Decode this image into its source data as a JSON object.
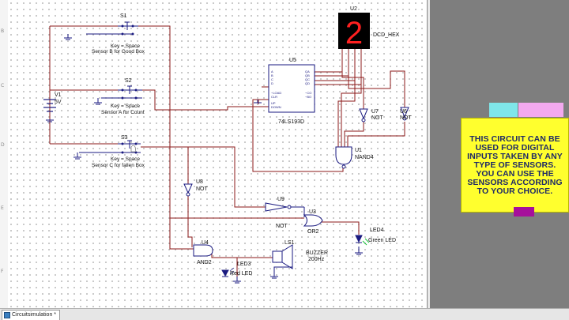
{
  "app": {
    "tab_label": "Circuitsimulation *"
  },
  "ruler": {
    "marks": [
      "B",
      "C",
      "D",
      "E",
      "F"
    ]
  },
  "components": {
    "s1": {
      "name": "S1",
      "key": "Key = Space",
      "desc": "Sensor B for Good Box"
    },
    "s2": {
      "name": "S2",
      "key": "Key = Space",
      "desc": "Sensor A for Count"
    },
    "s3": {
      "name": "S3",
      "key": "Key = Space",
      "desc": "Sensor C for fallen Box"
    },
    "v1": {
      "name": "V1",
      "value": "5V"
    },
    "u2": {
      "name": "U2",
      "type": "DCD_HEX",
      "digit": "2"
    },
    "u5": {
      "name": "U5",
      "type": "74LS193D",
      "pins_left": [
        "A",
        "B",
        "C",
        "D",
        "~LOAD",
        "CLR",
        "UP",
        "DOWN"
      ],
      "pins_right": [
        "QA",
        "QB",
        "QC",
        "QD",
        "~CO",
        "~BO"
      ]
    },
    "u7": {
      "name": "U7",
      "type": "NOT"
    },
    "u6": {
      "name": "U6",
      "type": "NOT"
    },
    "u1": {
      "name": "U1",
      "type": "NAND4"
    },
    "u8": {
      "name": "U8",
      "type": "NOT"
    },
    "u9": {
      "name": "U9",
      "type": "NOT"
    },
    "u3": {
      "name": "U3",
      "type": "OR2"
    },
    "u4": {
      "name": "U4",
      "type": "AND2"
    },
    "ls1": {
      "name": "LS1",
      "type": "BUZZER",
      "freq": "200Hz"
    },
    "led3": {
      "name": "LED3",
      "type": "Red LED"
    },
    "led4": {
      "name": "LED4",
      "type": "Green LED"
    }
  },
  "note": {
    "text": "THIS CIRCUIT CAN BE USED FOR DIGITAL INPUTS TAKEN BY ANY TYPE OF SENSORS. YOU CAN USE THE SENSORS ACCORDING TO YOUR CHOICE."
  },
  "colors": {
    "wire": "#8b1a1a",
    "component": "#1a1a80",
    "label": "#1c2280",
    "display_bg": "#000000",
    "display_seg": "#ff2020",
    "note_bg": "#ffff2e"
  }
}
